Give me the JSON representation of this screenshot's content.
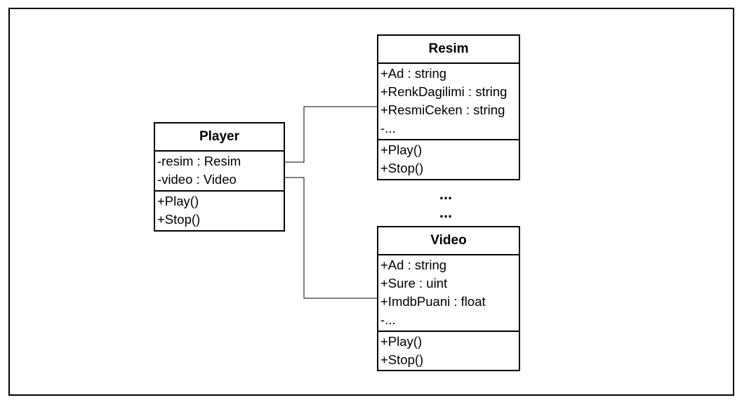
{
  "classes": {
    "player": {
      "name": "Player",
      "attributes": [
        "-resim : Resim",
        "-video : Video"
      ],
      "methods": [
        "+Play()",
        "+Stop()"
      ]
    },
    "resim": {
      "name": "Resim",
      "attributes": [
        "+Ad : string",
        "+RenkDagilimi : string",
        "+ResmiCeken : string",
        "-..."
      ],
      "methods": [
        "+Play()",
        "+Stop()"
      ]
    },
    "video": {
      "name": "Video",
      "attributes": [
        "+Ad : string",
        "+Sure : uint",
        "+ImdbPuani : float",
        "-..."
      ],
      "methods": [
        "+Play()",
        "+Stop()"
      ]
    }
  },
  "ellipsis": [
    "...",
    "..."
  ]
}
